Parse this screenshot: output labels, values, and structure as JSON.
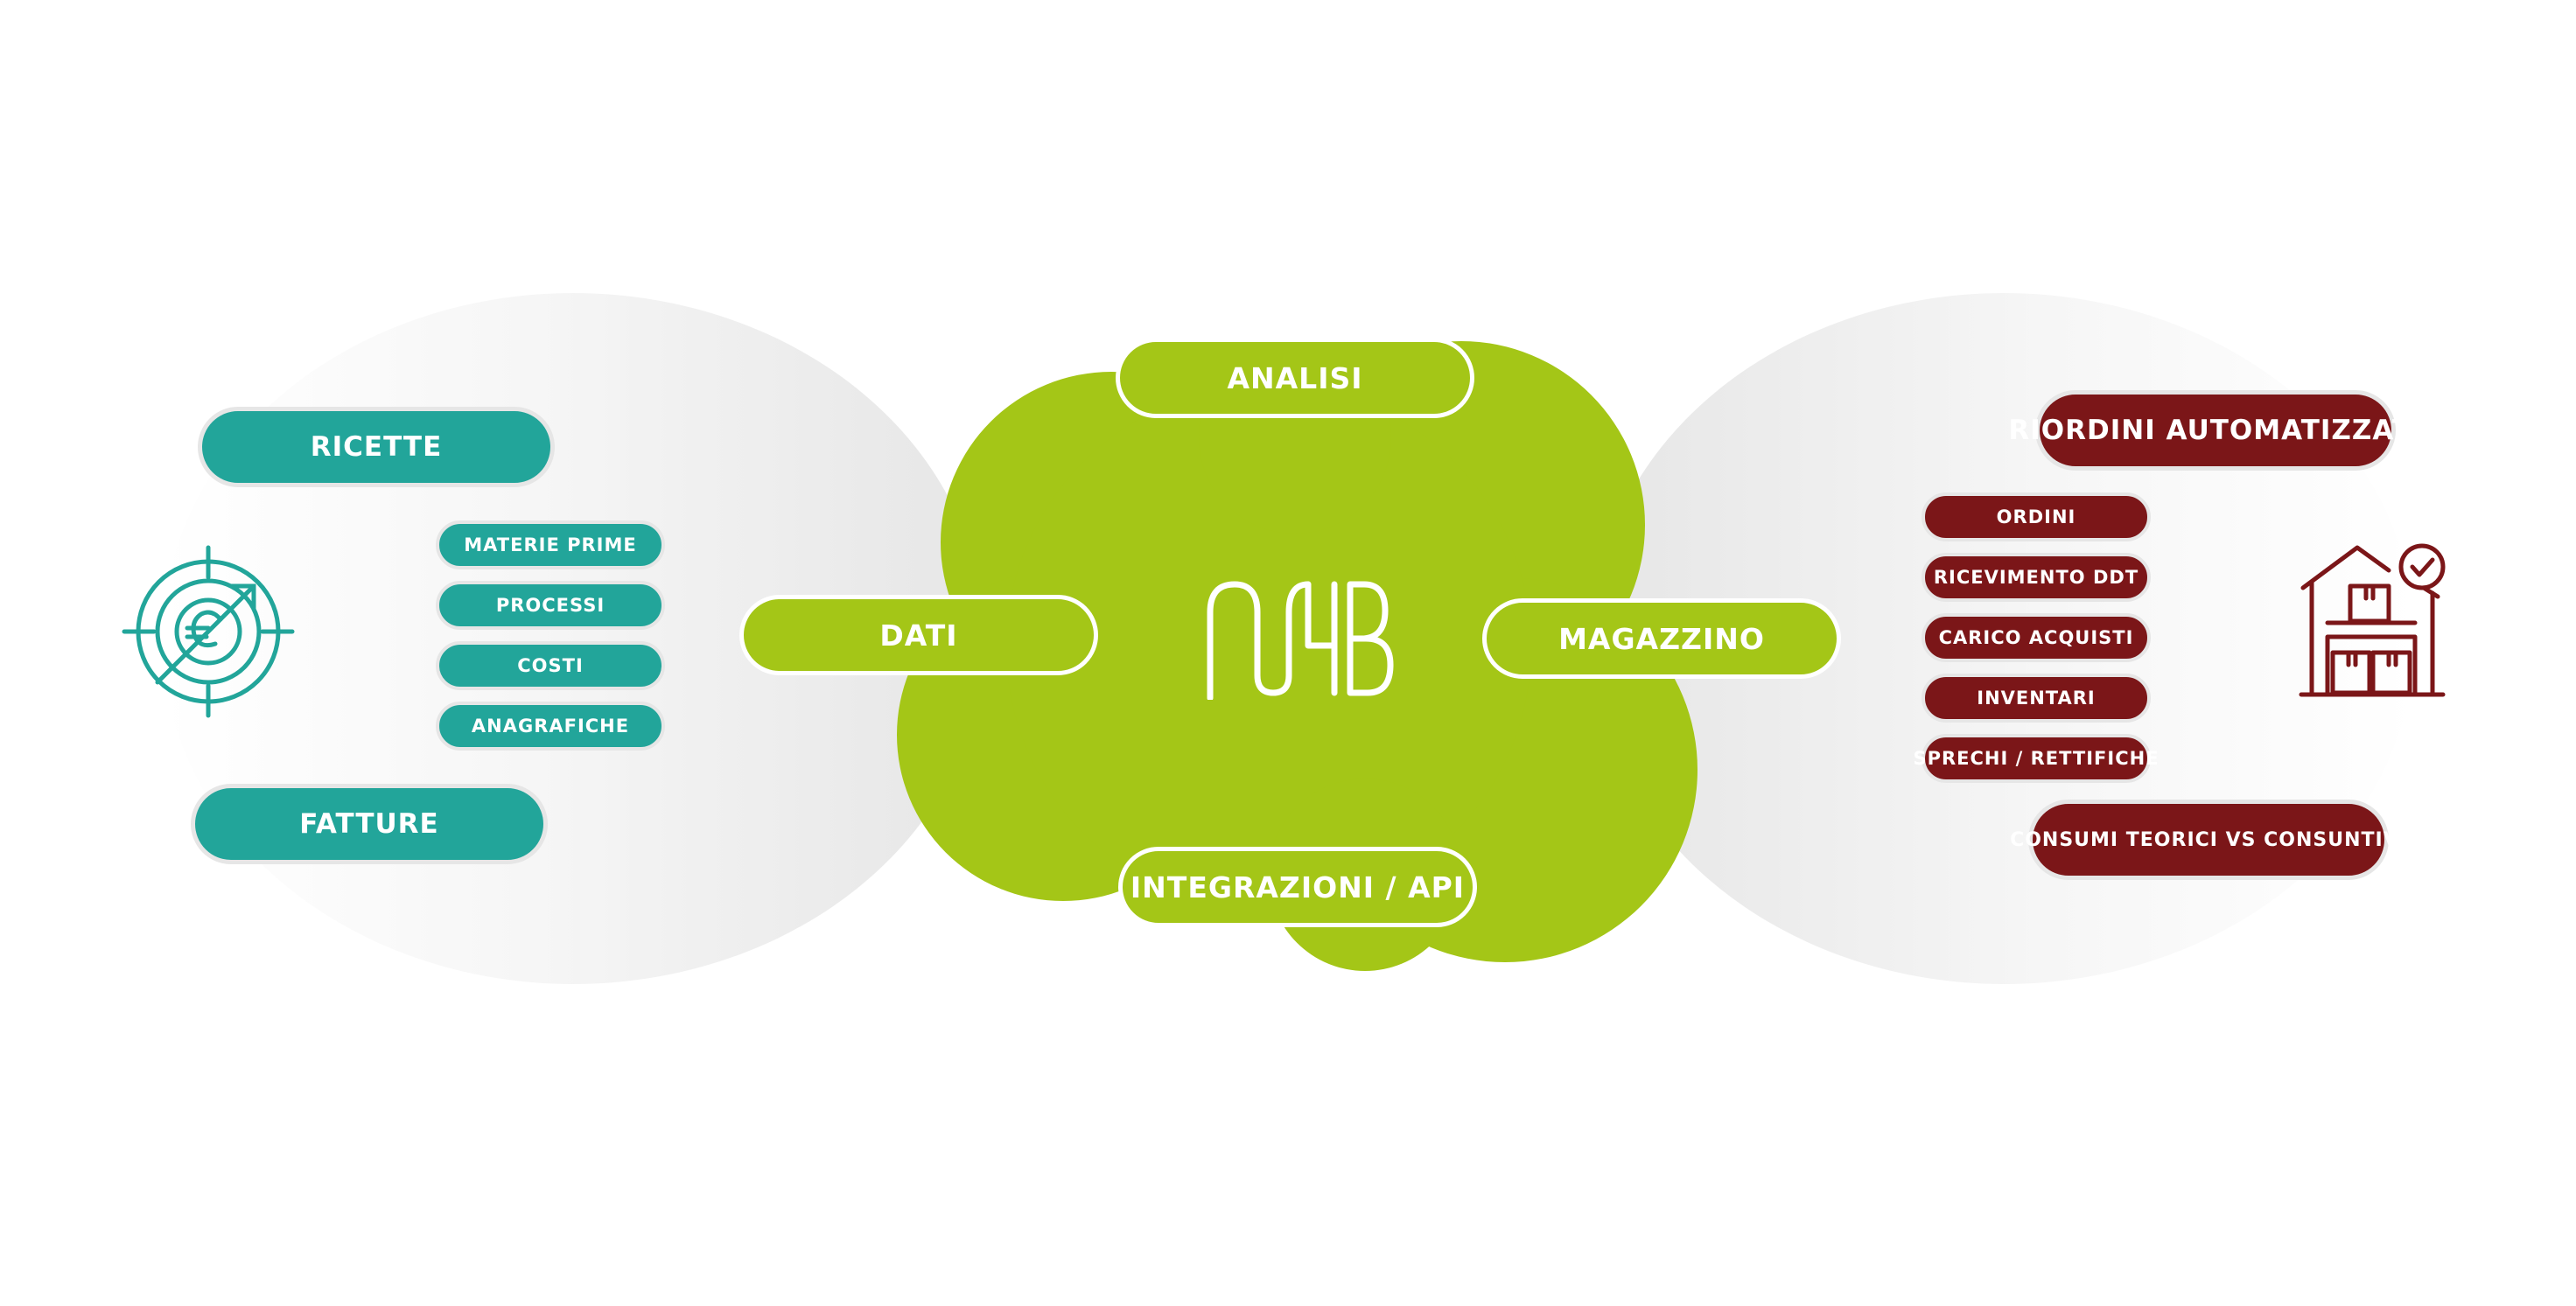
{
  "center": {
    "logo_icon": "mb-logo-icon",
    "top": "ANALISI",
    "left": "DATI",
    "right": "MAGAZZINO",
    "bottom": "INTEGRAZIONI / API"
  },
  "left_group": {
    "icon": "euro-target-icon",
    "main_top": "RICETTE",
    "items": [
      "MATERIE PRIME",
      "PROCESSI",
      "COSTI",
      "ANAGRAFICHE"
    ],
    "main_bottom": "FATTURE"
  },
  "right_group": {
    "icon": "warehouse-check-icon",
    "main_top": "RIORDINI AUTOMATIZZATI",
    "items": [
      "ORDINI",
      "RICEVIMENTO DDT",
      "CARICO ACQUISTI",
      "INVENTARI",
      "SPRECHI / RETTIFICHE"
    ],
    "main_bottom": "CONSUMI TEORICI VS CONSUNTIVI"
  },
  "colors": {
    "teal": "#22a59a",
    "green": "#a4c617",
    "red": "#7b1618",
    "halo": "#ececec"
  }
}
